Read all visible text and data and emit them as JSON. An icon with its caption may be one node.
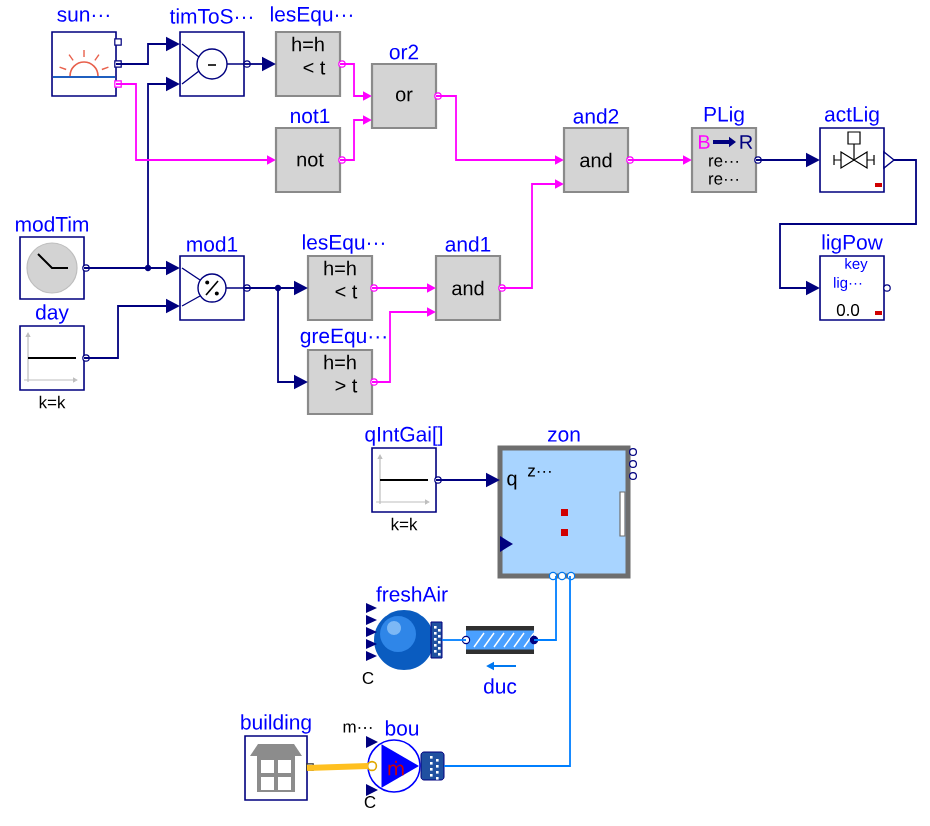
{
  "diagram": {
    "nodes": [
      {
        "text": [
          "sun···"
        ]
      },
      {
        "text": [
          "timToS···"
        ]
      },
      {
        "text": [
          "lesEqu···",
          "h=h",
          "< t"
        ]
      },
      {
        "text": [
          "or2",
          "or"
        ]
      },
      {
        "text": [
          "not1",
          "not"
        ]
      },
      {
        "text": [
          "modTim"
        ]
      },
      {
        "text": [
          "day"
        ],
        "beside": [
          "k=k"
        ]
      },
      {
        "text": [
          "mod1"
        ]
      },
      {
        "text": [
          "lesEqu···",
          "h=h",
          "< t"
        ]
      },
      {
        "text": [
          "greEqu···",
          "h=h",
          "> t"
        ]
      },
      {
        "text": [
          "and1",
          "and"
        ]
      },
      {
        "text": [
          "and2",
          "and"
        ]
      },
      {
        "text": [
          "PLig",
          "B",
          "R",
          "re···",
          "re···"
        ]
      },
      {
        "text": [
          "actLig"
        ]
      },
      {
        "text": [
          "ligPow",
          "key",
          "lig···",
          "0.0"
        ]
      },
      {
        "text": [
          "qIntGai[]"
        ],
        "beside": [
          "k=k"
        ]
      },
      {
        "text": [
          "zon",
          "q",
          "z···"
        ]
      },
      {
        "text": [
          "freshAir"
        ],
        "beside": [
          "C"
        ]
      },
      {
        "text": [
          "duc"
        ]
      },
      {
        "text": [
          "building"
        ]
      },
      {
        "text": [
          "bou",
          "ṁ"
        ],
        "beside": [
          "m···",
          "C"
        ]
      }
    ],
    "edges": [
      {
        "from": 0,
        "to": 1,
        "arrow": "to"
      },
      {
        "from": 5,
        "to": 1,
        "arrow": "to"
      },
      {
        "from": 5,
        "to": 7,
        "arrow": "to"
      },
      {
        "from": 6,
        "to": 7,
        "arrow": "to"
      },
      {
        "from": 1,
        "to": 2,
        "arrow": "to"
      },
      {
        "from": 0,
        "to": 4,
        "arrow": "to",
        "color": "#ff00ff"
      },
      {
        "from": 2,
        "to": 3,
        "arrow": "to",
        "color": "#ff00ff"
      },
      {
        "from": 4,
        "to": 3,
        "arrow": "to",
        "color": "#ff00ff"
      },
      {
        "from": 3,
        "to": 11,
        "arrow": "to",
        "color": "#ff00ff"
      },
      {
        "from": 7,
        "to": 8,
        "arrow": "to"
      },
      {
        "from": 7,
        "to": 9,
        "arrow": "to"
      },
      {
        "from": 8,
        "to": 10,
        "arrow": "to",
        "color": "#ff00ff"
      },
      {
        "from": 9,
        "to": 10,
        "arrow": "to",
        "color": "#ff00ff"
      },
      {
        "from": 10,
        "to": 11,
        "arrow": "to",
        "color": "#ff00ff"
      },
      {
        "from": 11,
        "to": 12,
        "arrow": "to",
        "color": "#ff00ff"
      },
      {
        "from": 12,
        "to": 13,
        "arrow": "to"
      },
      {
        "from": 13,
        "to": 14,
        "arrow": "to"
      },
      {
        "from": 15,
        "to": 16,
        "arrow": "to"
      },
      {
        "from": 17,
        "to": 18,
        "arrow": "none",
        "color": "#007fff"
      },
      {
        "from": 18,
        "to": 16,
        "arrow": "none",
        "color": "#007fff"
      },
      {
        "from": 20,
        "to": 16,
        "arrow": "none",
        "color": "#007fff"
      },
      {
        "from": 19,
        "to": 20,
        "arrow": "none",
        "style": "thick",
        "color": "#ffc020"
      }
    ]
  }
}
